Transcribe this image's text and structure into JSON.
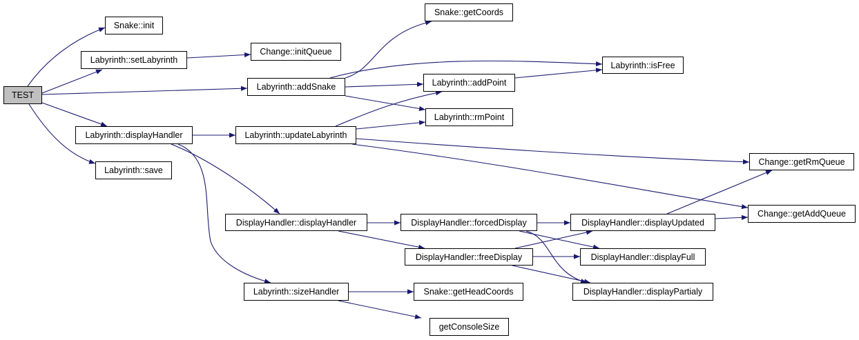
{
  "title": "Call graph of TEST",
  "colors": {
    "edge": "#191970",
    "root_fill": "#bfbfbf",
    "node_fill": "#ffffff",
    "border": "#000000"
  },
  "nodes": [
    {
      "id": "test",
      "label": "TEST",
      "root": true
    },
    {
      "id": "snake_init",
      "label": "Snake::init"
    },
    {
      "id": "lab_setLabyrinth",
      "label": "Labyrinth::setLabyrinth"
    },
    {
      "id": "lab_displayHandler",
      "label": "Labyrinth::displayHandler"
    },
    {
      "id": "lab_save",
      "label": "Labyrinth::save"
    },
    {
      "id": "change_initQueue",
      "label": "Change::initQueue"
    },
    {
      "id": "lab_addSnake",
      "label": "Labyrinth::addSnake"
    },
    {
      "id": "lab_updateLabyrinth",
      "label": "Labyrinth::updateLabyrinth"
    },
    {
      "id": "snake_getCoords",
      "label": "Snake::getCoords"
    },
    {
      "id": "lab_addPoint",
      "label": "Labyrinth::addPoint"
    },
    {
      "id": "lab_rmPoint",
      "label": "Labyrinth::rmPoint"
    },
    {
      "id": "lab_isFree",
      "label": "Labyrinth::isFree"
    },
    {
      "id": "change_getRmQueue",
      "label": "Change::getRmQueue"
    },
    {
      "id": "change_getAddQueue",
      "label": "Change::getAddQueue"
    },
    {
      "id": "dh_displayHandler",
      "label": "DisplayHandler::displayHandler"
    },
    {
      "id": "dh_forcedDisplay",
      "label": "DisplayHandler::forcedDisplay"
    },
    {
      "id": "dh_freeDisplay",
      "label": "DisplayHandler::freeDisplay"
    },
    {
      "id": "dh_displayUpdated",
      "label": "DisplayHandler::displayUpdated"
    },
    {
      "id": "dh_displayFull",
      "label": "DisplayHandler::displayFull"
    },
    {
      "id": "dh_displayPartialy",
      "label": "DisplayHandler::displayPartialy"
    },
    {
      "id": "lab_sizeHandler",
      "label": "Labyrinth::sizeHandler"
    },
    {
      "id": "snake_getHeadCoords",
      "label": "Snake::getHeadCoords"
    },
    {
      "id": "getConsoleSize",
      "label": "getConsoleSize"
    }
  ],
  "edges": [
    [
      "test",
      "snake_init"
    ],
    [
      "test",
      "lab_setLabyrinth"
    ],
    [
      "test",
      "lab_addSnake"
    ],
    [
      "test",
      "lab_displayHandler"
    ],
    [
      "test",
      "lab_save"
    ],
    [
      "lab_setLabyrinth",
      "change_initQueue"
    ],
    [
      "lab_addSnake",
      "snake_getCoords"
    ],
    [
      "lab_addSnake",
      "lab_isFree"
    ],
    [
      "lab_addSnake",
      "lab_addPoint"
    ],
    [
      "lab_addSnake",
      "lab_rmPoint"
    ],
    [
      "lab_addPoint",
      "lab_isFree"
    ],
    [
      "lab_displayHandler",
      "lab_updateLabyrinth"
    ],
    [
      "lab_displayHandler",
      "dh_displayHandler"
    ],
    [
      "lab_displayHandler",
      "lab_sizeHandler"
    ],
    [
      "lab_updateLabyrinth",
      "lab_addPoint"
    ],
    [
      "lab_updateLabyrinth",
      "lab_rmPoint"
    ],
    [
      "lab_updateLabyrinth",
      "change_getRmQueue"
    ],
    [
      "lab_updateLabyrinth",
      "change_getAddQueue"
    ],
    [
      "dh_displayHandler",
      "dh_forcedDisplay"
    ],
    [
      "dh_displayHandler",
      "dh_freeDisplay"
    ],
    [
      "dh_forcedDisplay",
      "dh_displayUpdated"
    ],
    [
      "dh_forcedDisplay",
      "dh_displayFull"
    ],
    [
      "dh_forcedDisplay",
      "dh_displayPartialy"
    ],
    [
      "dh_freeDisplay",
      "dh_displayUpdated"
    ],
    [
      "dh_freeDisplay",
      "dh_displayFull"
    ],
    [
      "dh_freeDisplay",
      "dh_displayPartialy"
    ],
    [
      "dh_displayUpdated",
      "change_getRmQueue"
    ],
    [
      "dh_displayUpdated",
      "change_getAddQueue"
    ],
    [
      "lab_sizeHandler",
      "snake_getHeadCoords"
    ],
    [
      "lab_sizeHandler",
      "getConsoleSize"
    ]
  ]
}
